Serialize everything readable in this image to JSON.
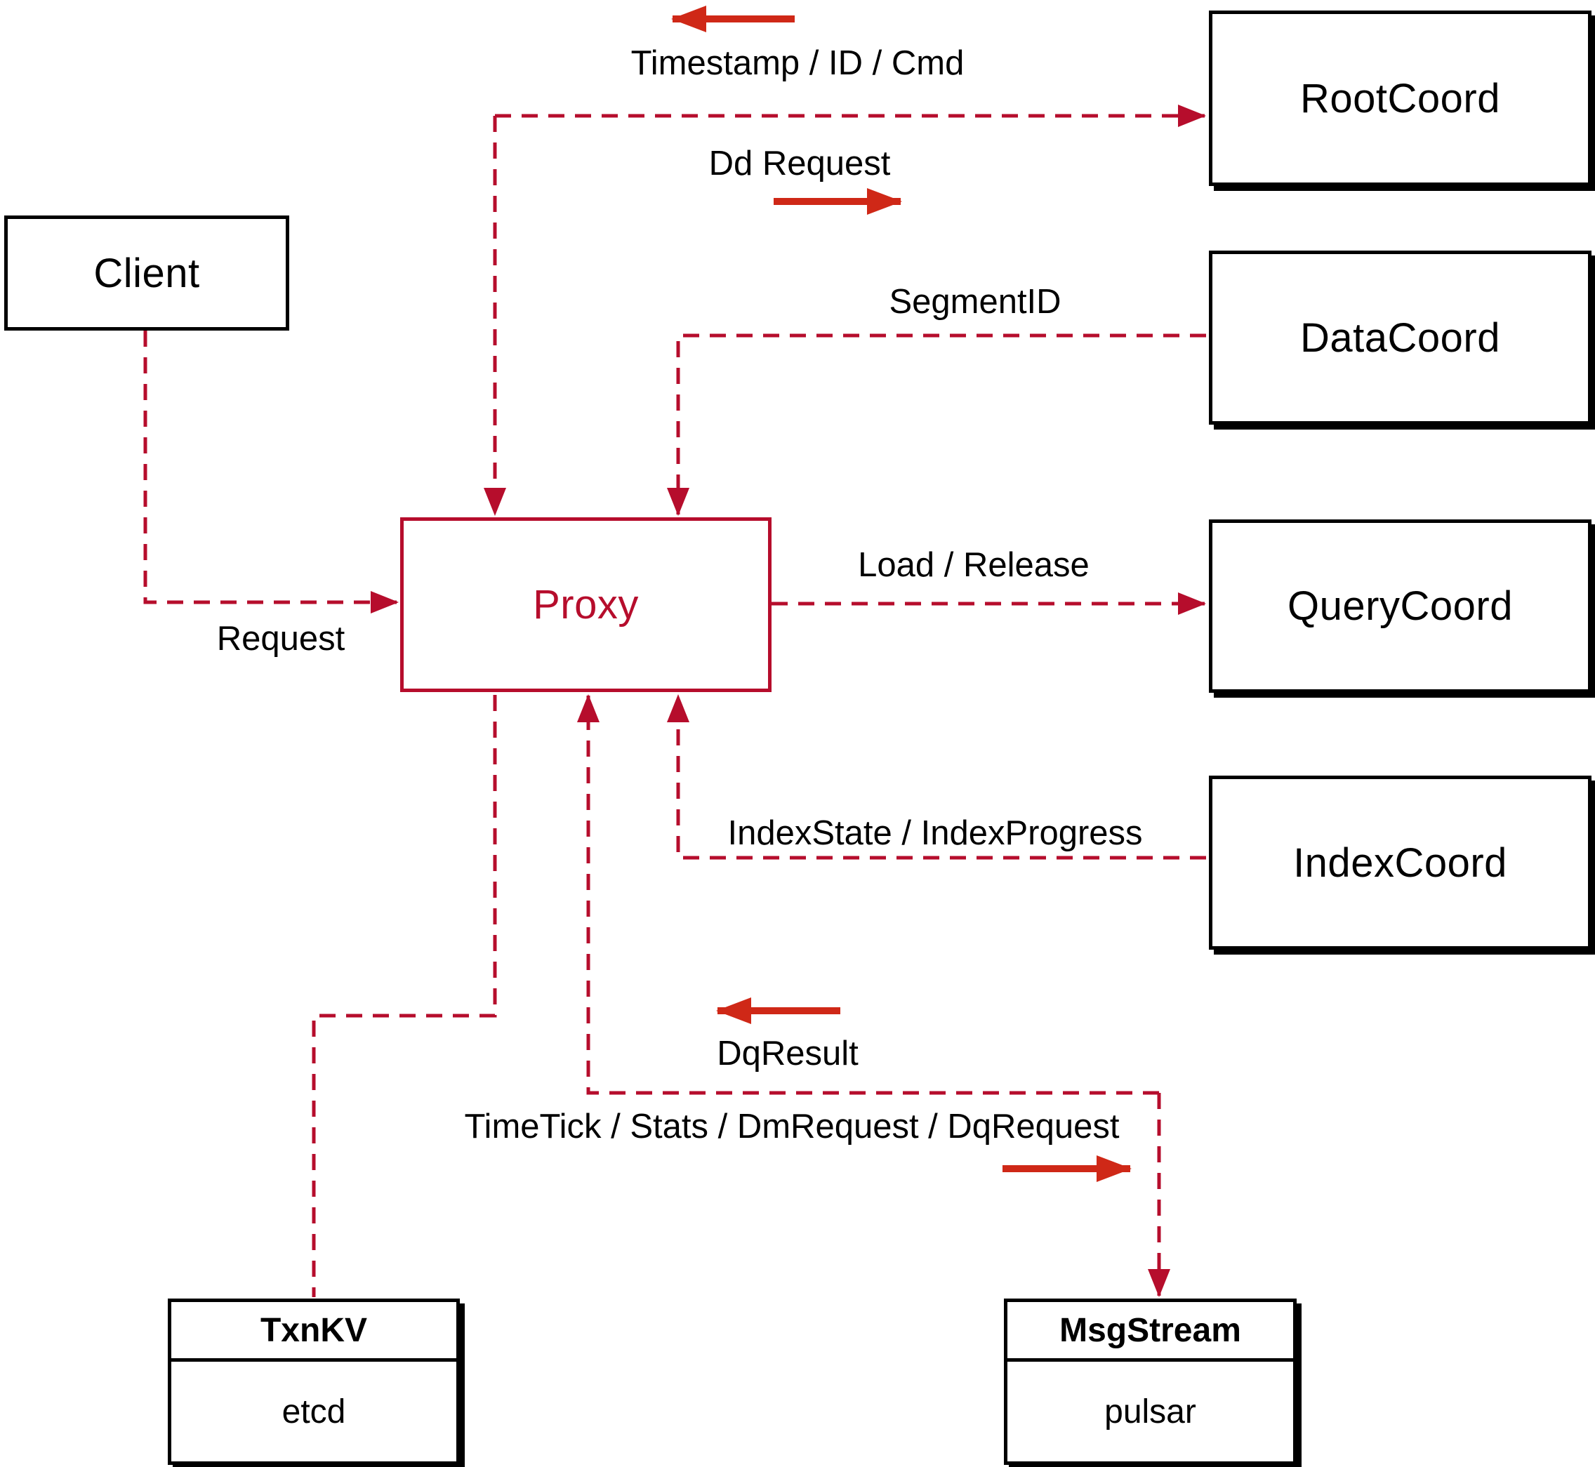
{
  "diagram": {
    "nodes": {
      "client": {
        "label": "Client"
      },
      "proxy": {
        "label": "Proxy"
      },
      "root_coord": {
        "label": "RootCoord"
      },
      "data_coord": {
        "label": "DataCoord"
      },
      "query_coord": {
        "label": "QueryCoord"
      },
      "index_coord": {
        "label": "IndexCoord"
      },
      "txn_kv": {
        "title": "TxnKV",
        "subtitle": "etcd"
      },
      "msg_stream": {
        "title": "MsgStream",
        "subtitle": "pulsar"
      }
    },
    "edges": {
      "request": "Request",
      "timestamp_id_cmd": "Timestamp / ID / Cmd",
      "dd_request": "Dd Request",
      "segment_id": "SegmentID",
      "load_release": "Load / Release",
      "index_state_progress": "IndexState / IndexProgress",
      "dq_result": "DqResult",
      "timetick_stats_dm_dq": "TimeTick / Stats / DmRequest / DqRequest"
    },
    "colors": {
      "connector": "#b60d2c",
      "solid_arrow": "#cf2817",
      "box_border": "#000000",
      "text": "#000000",
      "background": "#ffffff"
    }
  }
}
